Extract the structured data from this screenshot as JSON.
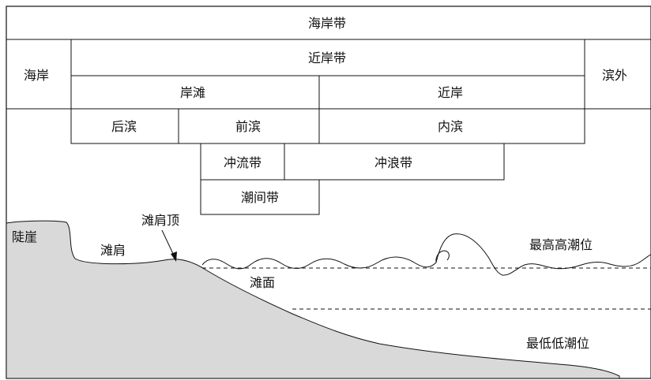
{
  "colors": {
    "line": "#111111",
    "ground_fill": "#d9d9d9",
    "background": "#ffffff"
  },
  "table": {
    "coastal_zone": "海岸带",
    "coast": "海岸",
    "nearshore_zone": "近岸带",
    "offshore": "滨外",
    "beach": "岸滩",
    "nearshore": "近岸",
    "backshore": "后滨",
    "foreshore": "前滨",
    "inshore": "内滨",
    "swash_zone": "冲流带",
    "surf_zone": "冲浪带",
    "intertidal_zone": "潮间带"
  },
  "profile": {
    "cliff": "陡崖",
    "berm_crest": "滩肩顶",
    "berm": "滩肩",
    "beach_face": "滩面",
    "high_tide": "最高高潮位",
    "low_tide": "最低低潮位"
  }
}
